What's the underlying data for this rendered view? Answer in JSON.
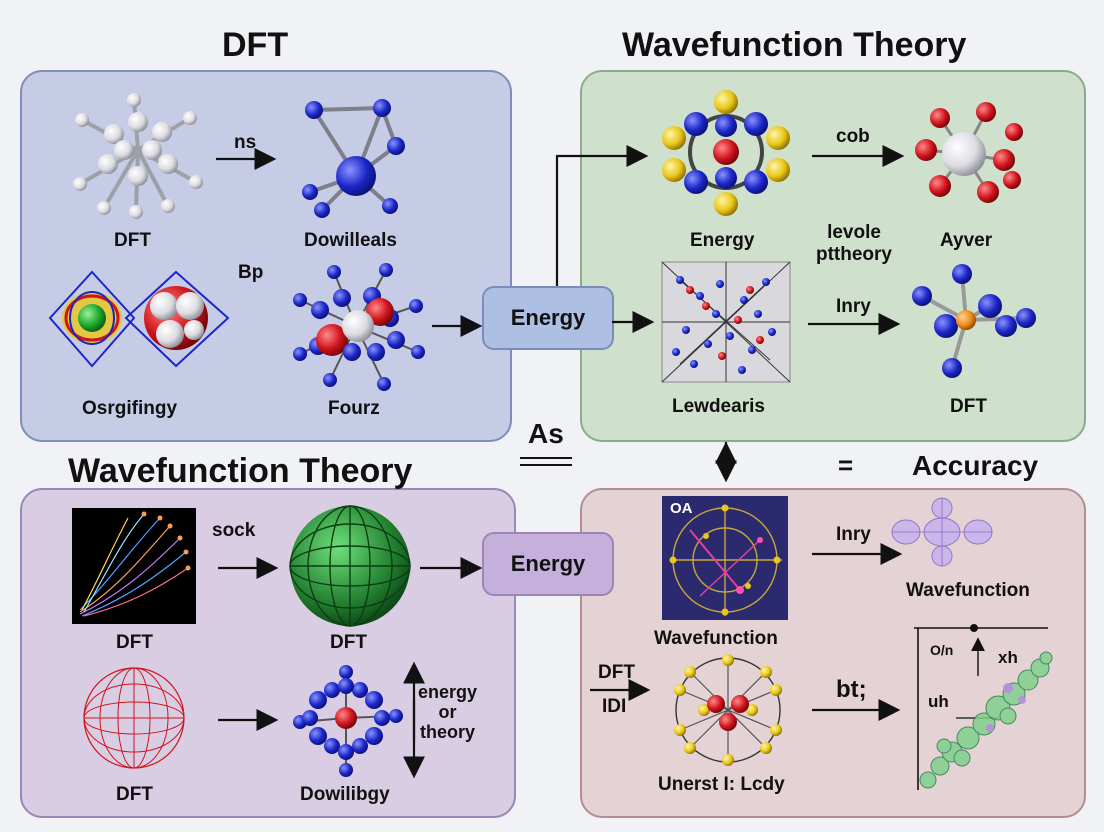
{
  "titles": {
    "dft": "DFT",
    "wavefunction_top": "Wavefunction Theory",
    "wavefunction_bottom": "Wavefunction Theory",
    "accuracy": "Accuracy",
    "as": "As",
    "equals": "="
  },
  "center_boxes": {
    "top": "Energy",
    "bottom": "Energy"
  },
  "panel_dft": {
    "arrow_ns": "ns",
    "bp": "Bp",
    "labels": [
      "DFT",
      "Dowilleals",
      "Osrgifingy",
      "Fourz"
    ]
  },
  "panel_wft_top": {
    "arrow_cob": "cob",
    "levole": "levole\npttheory",
    "arrow_inry": "Inry",
    "labels": [
      "Energy",
      "Ayver",
      "Lewdearis",
      "DFT"
    ]
  },
  "panel_wft_bottom": {
    "arrow_sock": "sock",
    "labels": [
      "DFT",
      "DFT",
      "DFT",
      "Dowilibgy"
    ],
    "energy_or_theory": "energy\nor\ntheory"
  },
  "panel_accuracy": {
    "inset_text": "OA",
    "arrow_inry": "Inry",
    "labels": [
      "Wavefunction",
      "Wavefunction",
      "Unerst I: Lcdy"
    ],
    "dft_side": "DFT",
    "idt_side": "IDI",
    "bt": "bt;",
    "plot_o": "O/n",
    "plot_xh": "xh",
    "plot_uh": "uh"
  },
  "colors": {
    "panel_dft": "#c6cce6",
    "panel_wft_top": "#cfe0cc",
    "panel_wft_bottom": "#d9cde4",
    "panel_accuracy": "#e5d2d4",
    "box_top": "#aebfe4",
    "box_bottom": "#c5b0db",
    "atom_blue": "#1b27c8",
    "atom_red": "#d0141c",
    "atom_yellow": "#e9c71a",
    "atom_white": "#e8e8ec"
  }
}
